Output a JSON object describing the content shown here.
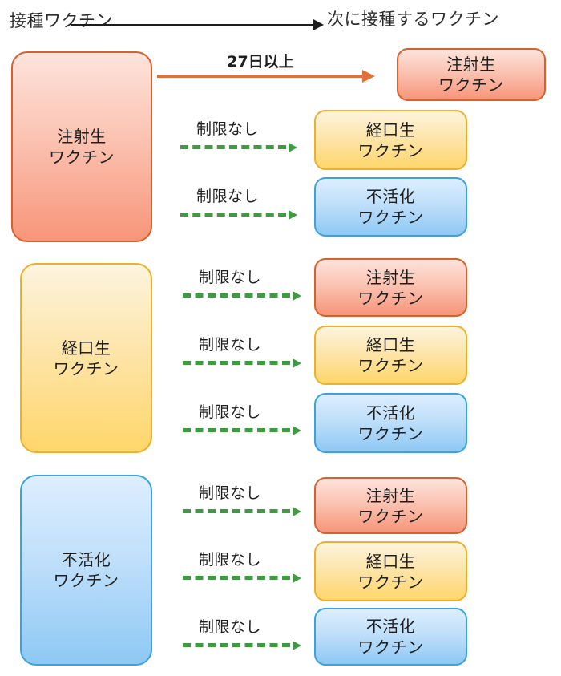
{
  "header": {
    "source_label": "接種ワクチン",
    "target_label": "次に接種するワクチン",
    "interval_label": "27日以上"
  },
  "labels": {
    "no_restriction": "制限なし"
  },
  "colors": {
    "injected_live": "#f79579",
    "injected_live_border": "#d4622c",
    "oral_live": "#ffd66a",
    "oral_live_border": "#edb02a",
    "inactivated": "#8ec8f4",
    "inactivated_border": "#3aa2dc",
    "dashed_arrow": "#3f9b3f",
    "interval_arrow": "#e1703a",
    "header_arrow": "#1c1c1c"
  },
  "vaccine_types": {
    "injected_live": {
      "line1": "注射生",
      "line2": "ワクチン"
    },
    "oral_live": {
      "line1": "経口生",
      "line2": "ワクチン"
    },
    "inactivated": {
      "line1": "不活化",
      "line2": "ワクチン"
    }
  },
  "groups": [
    {
      "source": {
        "line1": "注射生",
        "line2": "ワクチン",
        "kind": "orange"
      },
      "targets": [
        {
          "line1": "注射生",
          "line2": "ワクチン",
          "kind": "orange",
          "interval": "27日以上",
          "arrow": "interval"
        },
        {
          "line1": "経口生",
          "line2": "ワクチン",
          "kind": "yellow",
          "interval": "制限なし",
          "arrow": "dashed"
        },
        {
          "line1": "不活化",
          "line2": "ワクチン",
          "kind": "blue",
          "interval": "制限なし",
          "arrow": "dashed"
        }
      ]
    },
    {
      "source": {
        "line1": "経口生",
        "line2": "ワクチン",
        "kind": "yellow"
      },
      "targets": [
        {
          "line1": "注射生",
          "line2": "ワクチン",
          "kind": "orange",
          "interval": "制限なし",
          "arrow": "dashed"
        },
        {
          "line1": "経口生",
          "line2": "ワクチン",
          "kind": "yellow",
          "interval": "制限なし",
          "arrow": "dashed"
        },
        {
          "line1": "不活化",
          "line2": "ワクチン",
          "kind": "blue",
          "interval": "制限なし",
          "arrow": "dashed"
        }
      ]
    },
    {
      "source": {
        "line1": "不活化",
        "line2": "ワクチン",
        "kind": "blue"
      },
      "targets": [
        {
          "line1": "注射生",
          "line2": "ワクチン",
          "kind": "orange",
          "interval": "制限なし",
          "arrow": "dashed"
        },
        {
          "line1": "経口生",
          "line2": "ワクチン",
          "kind": "yellow",
          "interval": "制限なし",
          "arrow": "dashed"
        },
        {
          "line1": "不活化",
          "line2": "ワクチン",
          "kind": "blue",
          "interval": "制限なし",
          "arrow": "dashed"
        }
      ]
    }
  ]
}
